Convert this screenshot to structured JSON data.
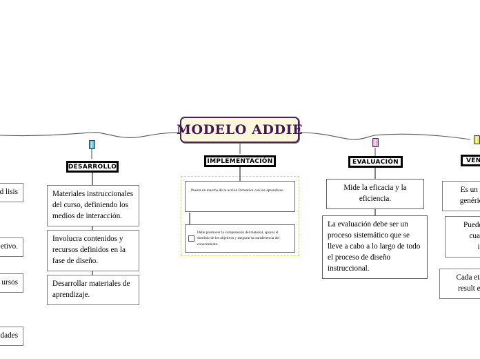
{
  "root": {
    "label": "MODELO ADDIE",
    "fill": "#fbf8dc",
    "border": "#4a2259",
    "text_color": "#43145c"
  },
  "branches": [
    {
      "key": "analisis",
      "label": "",
      "handle_color": "",
      "clipped": true
    },
    {
      "key": "desarrollo",
      "label": "DESARROLLO",
      "handle_color": "#62c4ee",
      "children": [
        {
          "text": "Materiales instruccionales del curso, definiendo los medios de interacción."
        },
        {
          "text": "Involucra contenidos y recursos definidos en la fase de diseño."
        },
        {
          "text": "Desarrollar materiales de aprendizaje."
        }
      ]
    },
    {
      "key": "implementacion",
      "label": "IMPLEMENTACIÓN",
      "handle_color": "",
      "selected": true,
      "selection_color": "#e8d54a",
      "children": [
        {
          "text": "Puesta en marcha de la acción formativa con los aprendices."
        },
        {
          "text": "Debe promover la comprensión del material, apoyar el dominio de los objetivos y asegurar la transferencia del conocimiento.",
          "checkbox": true
        }
      ]
    },
    {
      "key": "evaluacion",
      "label": "EVALUACIÓN",
      "handle_color": "#e8a8e8",
      "children": [
        {
          "text": "Mide la eficacia y la eficiencia."
        },
        {
          "text": "La evaluación debe ser un proceso sistemático que se lleve a cabo a lo largo de todo el proceso de diseño instruccional."
        }
      ]
    },
    {
      "key": "ventajas",
      "label": "VENT",
      "handle_color": "#ece85a",
      "clipped": true,
      "children": [
        {
          "text": "Es un m genérico"
        },
        {
          "text": "Puede ser a cual situa instruc"
        },
        {
          "text": "Cada etapa es result etapa a"
        }
      ]
    }
  ],
  "clipped_left": [
    {
      "text": "r r el d lisis"
    },
    {
      "text": "idades jetivo."
    },
    {
      "text": "ursos"
    },
    {
      "text": "dades"
    }
  ]
}
